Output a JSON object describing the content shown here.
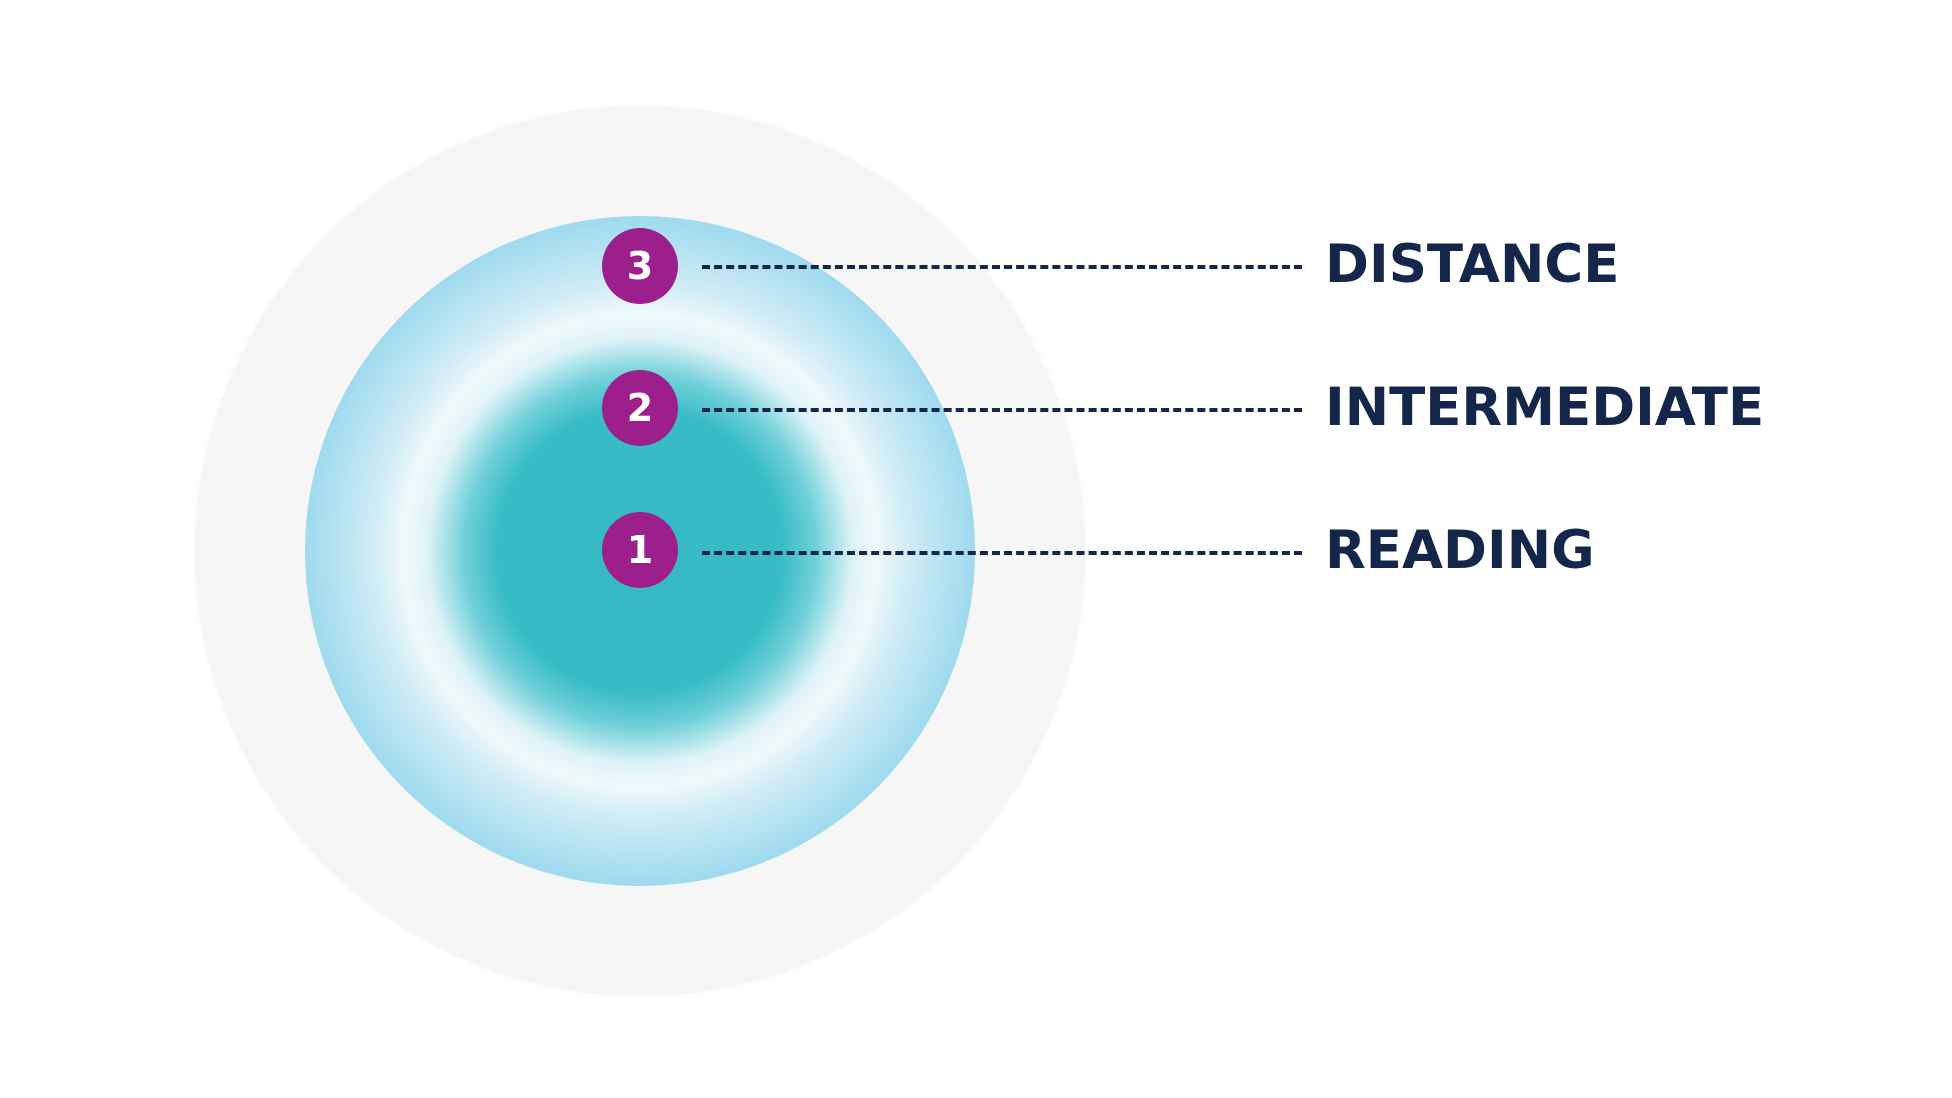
{
  "lens": {
    "colors": {
      "outer_ring": "#f5f5f5",
      "lens_edge": "#86d3ea",
      "lens_transition": "#eef8fb",
      "lens_center": "#38bbc7",
      "marker": "#9c1f8c",
      "marker_text": "#ffffff",
      "label_text": "#14264a",
      "leader_line": "#14264a"
    }
  },
  "zones": [
    {
      "number": "1",
      "label": "READING"
    },
    {
      "number": "2",
      "label": "INTERMEDIATE"
    },
    {
      "number": "3",
      "label": "DISTANCE"
    }
  ]
}
